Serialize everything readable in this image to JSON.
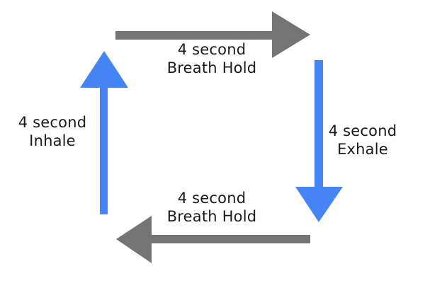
{
  "colors": {
    "hold_arrow": "#747474",
    "breath_arrow": "#4584f4",
    "text": "#1a1a1a",
    "background": "#ffffff"
  },
  "steps": {
    "top": {
      "line1": "4 second",
      "line2": "Breath Hold"
    },
    "right": {
      "line1": "4 second",
      "line2": "Exhale"
    },
    "bottom": {
      "line1": "4 second",
      "line2": "Breath Hold"
    },
    "left": {
      "line1": "4 second",
      "line2": "Inhale"
    }
  }
}
